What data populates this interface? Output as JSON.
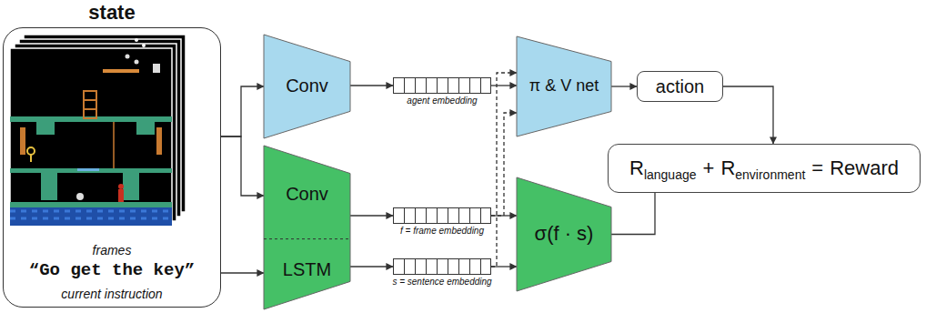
{
  "diagram": {
    "nodes": [
      {
        "text": [
          "state",
          "frames",
          "“Go get the key”",
          "current instruction"
        ]
      },
      {
        "text": [
          "Conv"
        ]
      },
      {
        "text": [
          "Conv",
          "LSTM"
        ]
      },
      {
        "text": [
          "agent embedding"
        ]
      },
      {
        "text": [
          "f = frame embedding"
        ]
      },
      {
        "text": [
          "s = sentence embedding"
        ]
      },
      {
        "text": [
          "π & V net"
        ]
      },
      {
        "text": [
          "action"
        ]
      },
      {
        "text": [
          "σ(f · s)"
        ]
      },
      {
        "text": [
          "R",
          "language",
          "+",
          "R",
          "environment",
          "=",
          "Reward"
        ]
      }
    ],
    "edges": [
      {
        "from": 0,
        "to": 1,
        "arrow": "to"
      },
      {
        "from": 0,
        "to": 2,
        "arrow": "to"
      },
      {
        "from": 0,
        "to": 2,
        "arrow": "to"
      },
      {
        "from": 1,
        "to": 3,
        "arrow": "to"
      },
      {
        "from": 2,
        "to": 4,
        "arrow": "to"
      },
      {
        "from": 2,
        "to": 5,
        "arrow": "to"
      },
      {
        "from": 3,
        "to": 6,
        "arrow": "to"
      },
      {
        "from": 4,
        "to": 6,
        "arrow": "to"
      },
      {
        "from": 5,
        "to": 6,
        "arrow": "to"
      },
      {
        "from": 4,
        "to": 8,
        "arrow": "to"
      },
      {
        "from": 5,
        "to": 8,
        "arrow": "to"
      },
      {
        "from": 6,
        "to": 7,
        "arrow": "to"
      },
      {
        "from": 7,
        "to": 9,
        "arrow": "to"
      },
      {
        "from": 8,
        "to": 9,
        "arrow": "none"
      }
    ]
  }
}
